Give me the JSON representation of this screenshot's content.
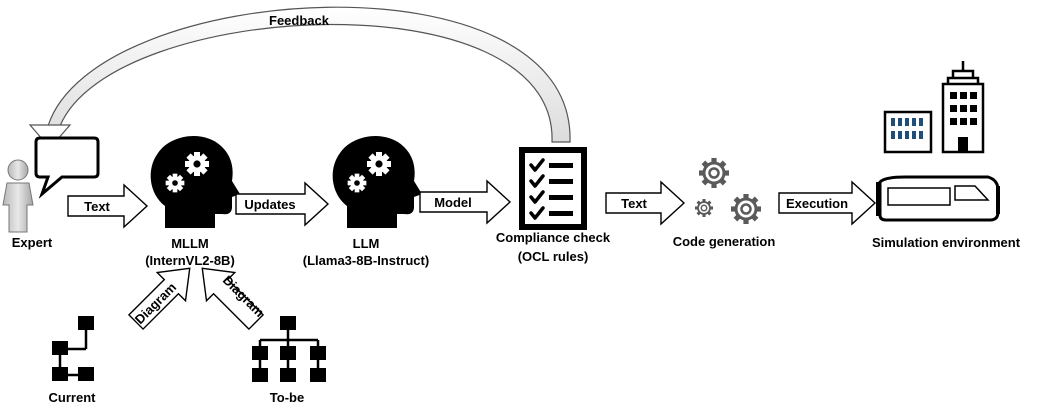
{
  "labels": {
    "feedback": "Feedback",
    "expert": "Expert",
    "mllm": "MLLM",
    "mllm_model": "(InternVL2-8B)",
    "llm": "LLM",
    "llm_model": "(Llama3-8B-Instruct)",
    "compliance": "Compliance check",
    "compliance_rules": "(OCL rules)",
    "codegen": "Code generation",
    "simulation": "Simulation environment",
    "current": "Current",
    "tobe": "To-be"
  },
  "arrows": {
    "text1": "Text",
    "updates": "Updates",
    "model": "Model",
    "text2": "Text",
    "execution": "Execution",
    "diagram_left": "Diagram",
    "diagram_right": "Diagram"
  },
  "icons": [
    "person-icon",
    "speech-bubble-icon",
    "head-gears-icon",
    "checklist-icon",
    "gears-icon",
    "buildings-icon",
    "car-icon",
    "hierarchy-icon"
  ]
}
